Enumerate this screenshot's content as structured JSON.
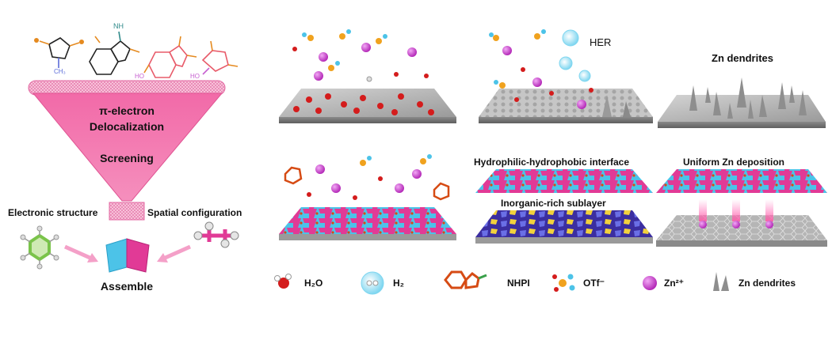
{
  "funnel": {
    "line1": "π-electron",
    "line2": "Delocalization",
    "screening": "Screening",
    "left_label": "Electronic structure",
    "right_label": "Spatial configuration",
    "assemble": "Assemble",
    "molecule_labels": [
      "CH₃",
      "NH",
      "HO",
      "HO"
    ]
  },
  "panels": {
    "her": "HER",
    "zn_dendrites": "Zn dendrites",
    "hydro_interface": "Hydrophilic-hydrophobic interface",
    "uniform": "Uniform Zn deposition",
    "sublayer": "Inorganic-rich sublayer"
  },
  "legend": [
    {
      "key": "water",
      "label": "H₂O"
    },
    {
      "key": "h2",
      "label": "H₂"
    },
    {
      "key": "nhpi",
      "label": "NHPI"
    },
    {
      "key": "otf",
      "label": "OTf⁻"
    },
    {
      "key": "zn",
      "label": "Zn²⁺"
    },
    {
      "key": "dendrite",
      "label": "Zn dendrites"
    }
  ],
  "colors": {
    "funnel_pink": "#f06aa8",
    "cyan": "#4cc3e8",
    "magenta": "#e13a96",
    "zn_purple": "#c03cc8",
    "arrow_pink": "#f4a0c8",
    "benzene_green": "#7ac44a"
  }
}
